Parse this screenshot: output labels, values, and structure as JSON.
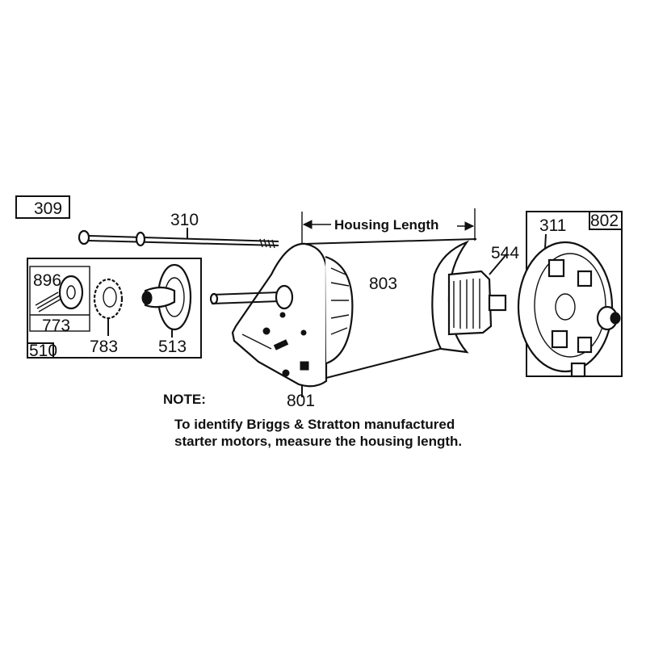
{
  "labels": {
    "p309": "309",
    "p310": "310",
    "p311": "311",
    "p510": "510",
    "p513": "513",
    "p544": "544",
    "p773": "773",
    "p783": "783",
    "p801": "801",
    "p802": "802",
    "p803": "803",
    "p896": "896"
  },
  "housing_length": "Housing Length",
  "note": {
    "title": "NOTE:",
    "line1": "To identify Briggs & Stratton manufactured",
    "line2": "starter motors, measure the housing length."
  }
}
